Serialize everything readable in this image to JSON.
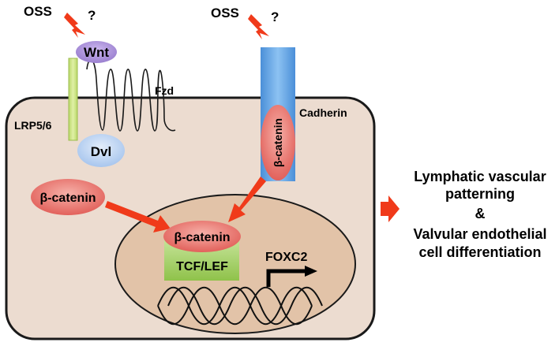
{
  "stimuli": {
    "left": {
      "label": "OSS",
      "question": "?"
    },
    "right": {
      "label": "OSS",
      "question": "?"
    }
  },
  "receptors": {
    "wnt": "Wnt",
    "fzd": "Fzd",
    "lrp": "LRP5/6",
    "dvl": "Dvl",
    "cadherin": "Cadherin"
  },
  "catenin": {
    "membrane": "β-catenin",
    "cytoplasm": "β-catenin",
    "nucleus": "β-catenin"
  },
  "nucleus": {
    "tcf": "TCF/LEF",
    "gene": "FOXC2"
  },
  "outcome": {
    "line1": "Lymphatic vascular",
    "line2": "patterning",
    "line3": "&",
    "line4": "Valvular endothelial",
    "line5": "cell differentiation"
  },
  "colors": {
    "cell_fill": "#ecdcd0",
    "nucleus_fill": "#e2c3a8",
    "arrow": "#f03a1a",
    "wnt": "#a98fd8",
    "dvl": "#b7d0f0",
    "lrp": "#c8e07a",
    "cadherin": "#5ba6e8",
    "catenin": "#e9706b",
    "tcf": "#a5cf59"
  }
}
